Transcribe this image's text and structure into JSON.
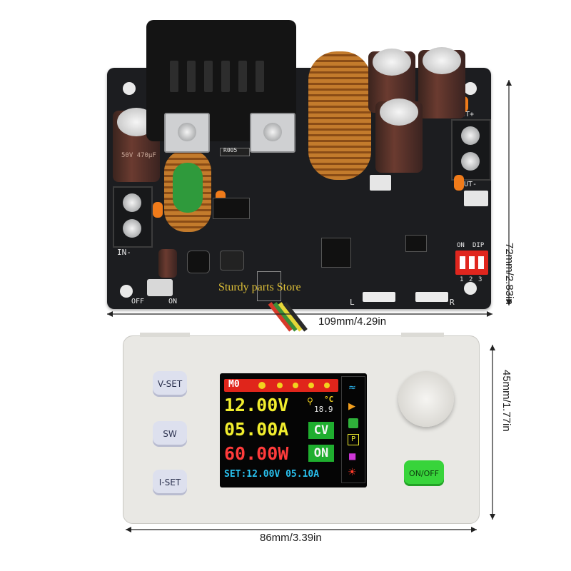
{
  "pcb": {
    "silk_labels": {
      "in_minus": "IN-",
      "out_plus": "OUT+",
      "out_minus": "OUT-",
      "off": "OFF",
      "on": "ON",
      "l": "L",
      "r": "R",
      "dip_on": "ON",
      "dip": "DIP",
      "dip_1": "1",
      "dip_2": "2",
      "dip_3": "3",
      "cap_left": "50V 470µF",
      "resistor": "R005"
    },
    "watermark": "Sturdy parts Store"
  },
  "dimensions": {
    "board_width": "109mm/4.29in",
    "board_height": "72mm/2.83in",
    "panel_width": "86mm/3.39in",
    "panel_height": "45mm/1.77in"
  },
  "controller": {
    "buttons": {
      "vset": "V-SET",
      "sw": "SW",
      "iset": "I-SET",
      "onoff": "ON/OFF"
    },
    "display": {
      "memory": "M0",
      "voltage": "12.00V",
      "current": "05.00A",
      "power": "60.00W",
      "temperature": "18.9",
      "temp_unit": "°C",
      "mode": "CV",
      "output_state": "ON",
      "set_line": "SET:12.00V 05.10A",
      "lock_icon": "P"
    }
  },
  "colors": {
    "lcd_header": "#e0251b",
    "voltage": "#f2ee2e",
    "current": "#f2ee2e",
    "power": "#ff3b3b",
    "set_line": "#29c2f0",
    "badge": "#1fae2f",
    "onoff_button": "#38d43b"
  }
}
